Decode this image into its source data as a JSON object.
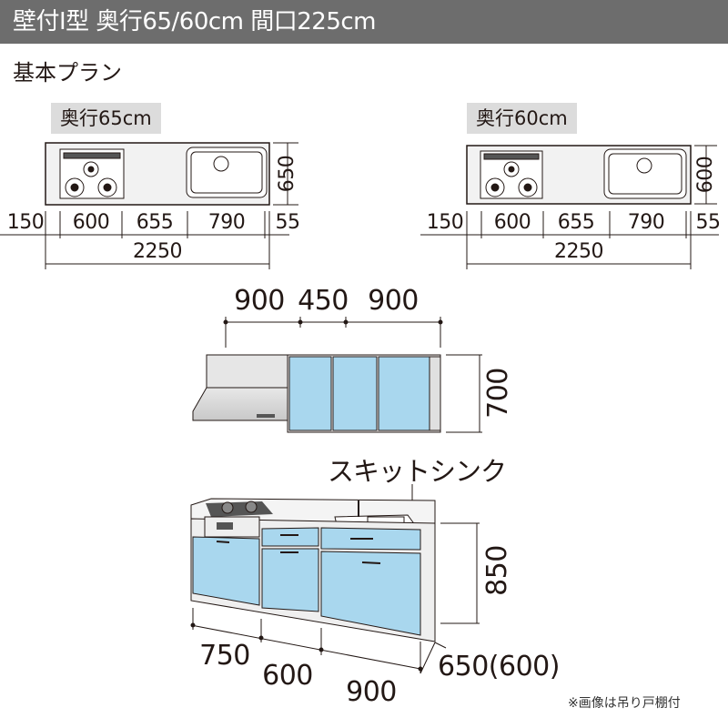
{
  "header": {
    "title": "壁付I型 奥行65/60cm 間口225cm"
  },
  "section_title": "基本プラン",
  "plans": [
    {
      "depth_label": "奥行65cm",
      "depth_dim": "650",
      "width_segments": [
        "150",
        "600",
        "655",
        "790",
        "55"
      ],
      "total_width": "2250"
    },
    {
      "depth_label": "奥行60cm",
      "depth_dim": "600",
      "width_segments": [
        "150",
        "600",
        "655",
        "790",
        "55"
      ],
      "total_width": "2250"
    }
  ],
  "wall_cabinet": {
    "widths": [
      "900",
      "450",
      "900"
    ],
    "height": "700"
  },
  "base_cabinet": {
    "callout": "スキットシンク",
    "height": "850",
    "widths": [
      "750",
      "600",
      "900"
    ],
    "depth": "650(600)"
  },
  "footnote": "※画像は吊り戸棚付",
  "colors": {
    "header_bg": "#6d6d6d",
    "door_blue": "#a9d7ee",
    "label_bg": "#dcdcdc"
  }
}
